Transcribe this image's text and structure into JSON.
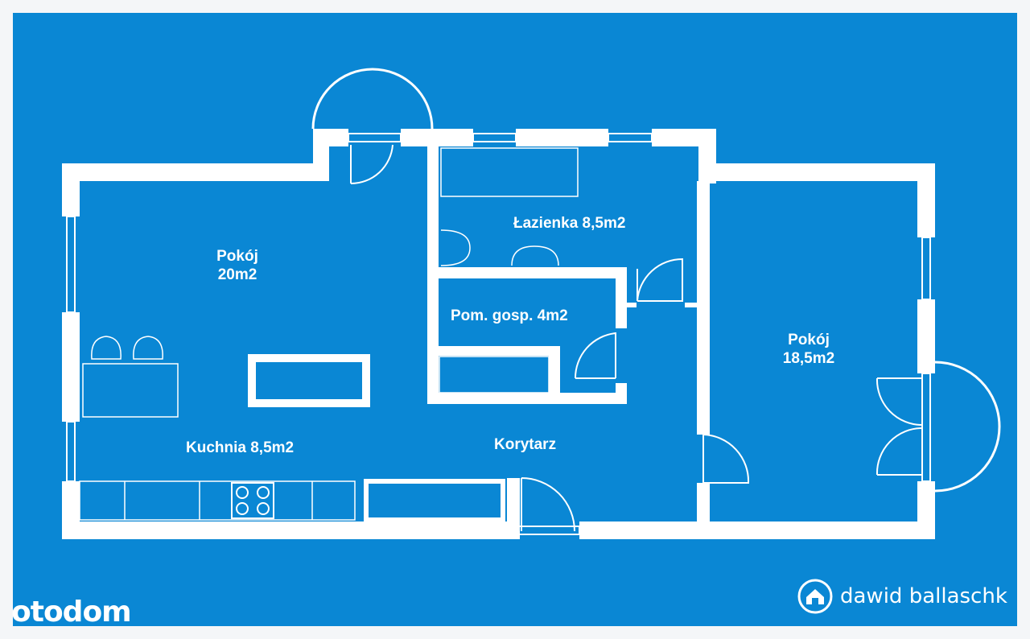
{
  "rooms": {
    "living_room": {
      "name": "Pokój",
      "area": "20m2"
    },
    "bathroom": {
      "label": "Łazienka 8,5m2"
    },
    "utility_room": {
      "label": "Pom. gosp. 4m2"
    },
    "bedroom": {
      "name": "Pokój",
      "area": "18,5m2"
    },
    "kitchen": {
      "label": "Kuchnia 8,5m2"
    },
    "hallway": {
      "label": "Korytarz"
    }
  },
  "branding": {
    "portal_mark": "otodom",
    "agency_name": "dawid ballaschk"
  },
  "colors": {
    "background": "#0a87d4",
    "walls": "#ffffff"
  }
}
